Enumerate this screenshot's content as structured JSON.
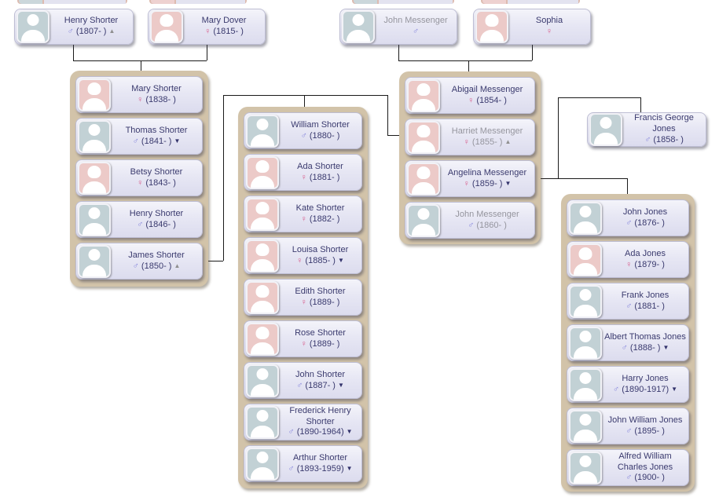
{
  "app": {
    "view_name": "family-tree-diagram"
  },
  "colors": {
    "card_background_top": "#f4f4fa",
    "card_background_bottom": "#dcdcee",
    "group_background": "#d2c3a9",
    "male_avatar": "#c2d1d5",
    "female_avatar": "#eccac8",
    "name_text": "#3a3a6e",
    "dimmed_text": "#95959e",
    "male_symbol": "#8585dc",
    "female_symbol": "#d8608f",
    "up_arrow": "#8f8f8f",
    "down_arrow": "#32326b",
    "connector_line": "#1a1a1a"
  },
  "symbols": {
    "male": "♂",
    "female": "♀",
    "up": "▲",
    "down": "▼"
  },
  "people": {
    "henry_shorter_sr": {
      "name": "Henry Shorter",
      "dates": "(1807- )",
      "gender": "male",
      "arrow": "up"
    },
    "mary_dover": {
      "name": "Mary Dover",
      "dates": "(1815- )",
      "gender": "female"
    },
    "john_messenger_sr": {
      "name": "John Messenger",
      "dates": "",
      "gender": "male",
      "dim": true
    },
    "sophia": {
      "name": "Sophia",
      "dates": "",
      "gender": "female"
    },
    "francis_george_jones": {
      "name": "Francis George Jones",
      "dates": "(1858- )",
      "gender": "male"
    }
  },
  "groups": {
    "shorter_children": {
      "members": [
        {
          "name": "Mary Shorter",
          "dates": "(1838- )",
          "gender": "female"
        },
        {
          "name": "Thomas Shorter",
          "dates": "(1841- )",
          "gender": "male",
          "arrow": "down"
        },
        {
          "name": "Betsy Shorter",
          "dates": "(1843- )",
          "gender": "female"
        },
        {
          "name": "Henry Shorter",
          "dates": "(1846- )",
          "gender": "male"
        },
        {
          "name": "James Shorter",
          "dates": "(1850- )",
          "gender": "male",
          "arrow": "up"
        }
      ]
    },
    "shorter_grandchildren": {
      "members": [
        {
          "name": "William Shorter",
          "dates": "(1880- )",
          "gender": "male"
        },
        {
          "name": "Ada Shorter",
          "dates": "(1881- )",
          "gender": "female"
        },
        {
          "name": "Kate Shorter",
          "dates": "(1882- )",
          "gender": "female"
        },
        {
          "name": "Louisa Shorter",
          "dates": "(1885- )",
          "gender": "female",
          "arrow": "down"
        },
        {
          "name": "Edith Shorter",
          "dates": "(1889- )",
          "gender": "female"
        },
        {
          "name": "Rose Shorter",
          "dates": "(1889- )",
          "gender": "female"
        },
        {
          "name": "John Shorter",
          "dates": "(1887- )",
          "gender": "male",
          "arrow": "down"
        },
        {
          "name": "Frederick Henry Shorter",
          "dates": "(1890-1964)",
          "gender": "male",
          "arrow": "down"
        },
        {
          "name": "Arthur Shorter",
          "dates": "(1893-1959)",
          "gender": "male",
          "arrow": "down"
        }
      ]
    },
    "messenger_children": {
      "members": [
        {
          "name": "Abigail Messenger",
          "dates": "(1854- )",
          "gender": "female"
        },
        {
          "name": "Harriet Messenger",
          "dates": "(1855- )",
          "gender": "female",
          "arrow": "up",
          "dim": true
        },
        {
          "name": "Angelina Messenger",
          "dates": "(1859- )",
          "gender": "female",
          "arrow": "down"
        },
        {
          "name": "John Messenger",
          "dates": "(1860- )",
          "gender": "male",
          "dim": true
        }
      ]
    },
    "jones_children": {
      "members": [
        {
          "name": "John Jones",
          "dates": "(1876- )",
          "gender": "male"
        },
        {
          "name": "Ada Jones",
          "dates": "(1879- )",
          "gender": "female"
        },
        {
          "name": "Frank Jones",
          "dates": "(1881- )",
          "gender": "male"
        },
        {
          "name": "Albert Thomas Jones",
          "dates": "(1888- )",
          "gender": "male",
          "arrow": "down"
        },
        {
          "name": "Harry Jones",
          "dates": "(1890-1917)",
          "gender": "male",
          "arrow": "down"
        },
        {
          "name": "John William Jones",
          "dates": "(1895- )",
          "gender": "male"
        },
        {
          "name": "Alfred William Charles Jones",
          "dates": "(1900- )",
          "gender": "male"
        }
      ]
    }
  }
}
